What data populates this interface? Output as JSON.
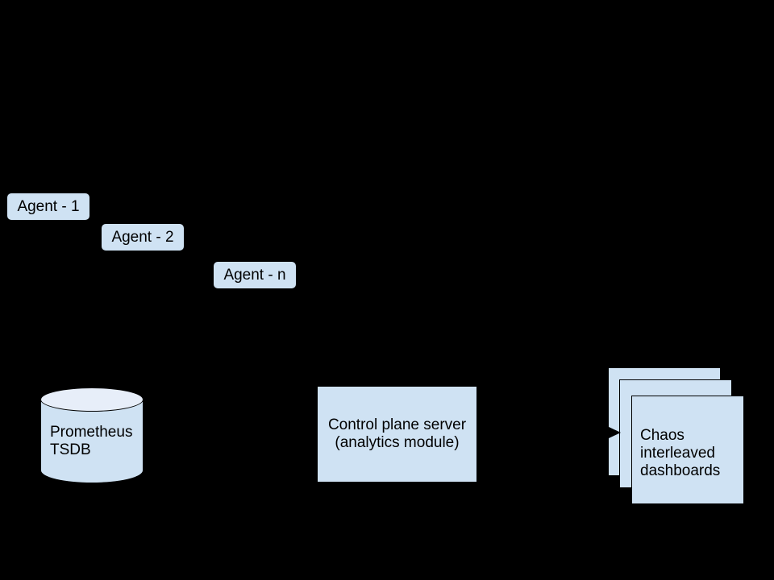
{
  "colors": {
    "background": "#000000",
    "shape_fill": "#cfe2f3",
    "cylinder_top_fill": "#e7eef9",
    "outline": "#000000",
    "text": "#000000"
  },
  "nodes": {
    "agents": [
      {
        "label": "Agent - 1"
      },
      {
        "label": "Agent - 2"
      },
      {
        "label": "Agent - n"
      }
    ],
    "database": {
      "label": "Prometheus\nTSDB"
    },
    "server": {
      "label": "Control plane server\n(analytics module)"
    },
    "dashboards": {
      "label": "Chaos\ninterleaved\ndashboards"
    }
  }
}
